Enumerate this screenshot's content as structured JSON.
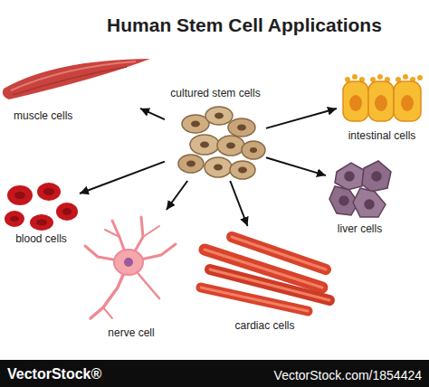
{
  "diagram": {
    "title": "Human Stem Cell Applications",
    "nodes": [
      {
        "text": [
          "cultured stem cells"
        ]
      },
      {
        "text": [
          "muscle cells"
        ]
      },
      {
        "text": [
          "intestinal cells"
        ]
      },
      {
        "text": [
          "liver cells"
        ]
      },
      {
        "text": [
          "blood cells"
        ]
      },
      {
        "text": [
          "cardiac cells"
        ]
      },
      {
        "text": [
          "nerve cell"
        ]
      }
    ],
    "edges": [
      {
        "from": 0,
        "to": 1,
        "arrow": "to"
      },
      {
        "from": 0,
        "to": 2,
        "arrow": "to"
      },
      {
        "from": 0,
        "to": 3,
        "arrow": "to"
      },
      {
        "from": 0,
        "to": 4,
        "arrow": "to"
      },
      {
        "from": 0,
        "to": 5,
        "arrow": "to"
      },
      {
        "from": 0,
        "to": 6,
        "arrow": "to"
      }
    ],
    "labels": [
      "VectorStock®",
      "VectorStock.com/1854424"
    ]
  }
}
